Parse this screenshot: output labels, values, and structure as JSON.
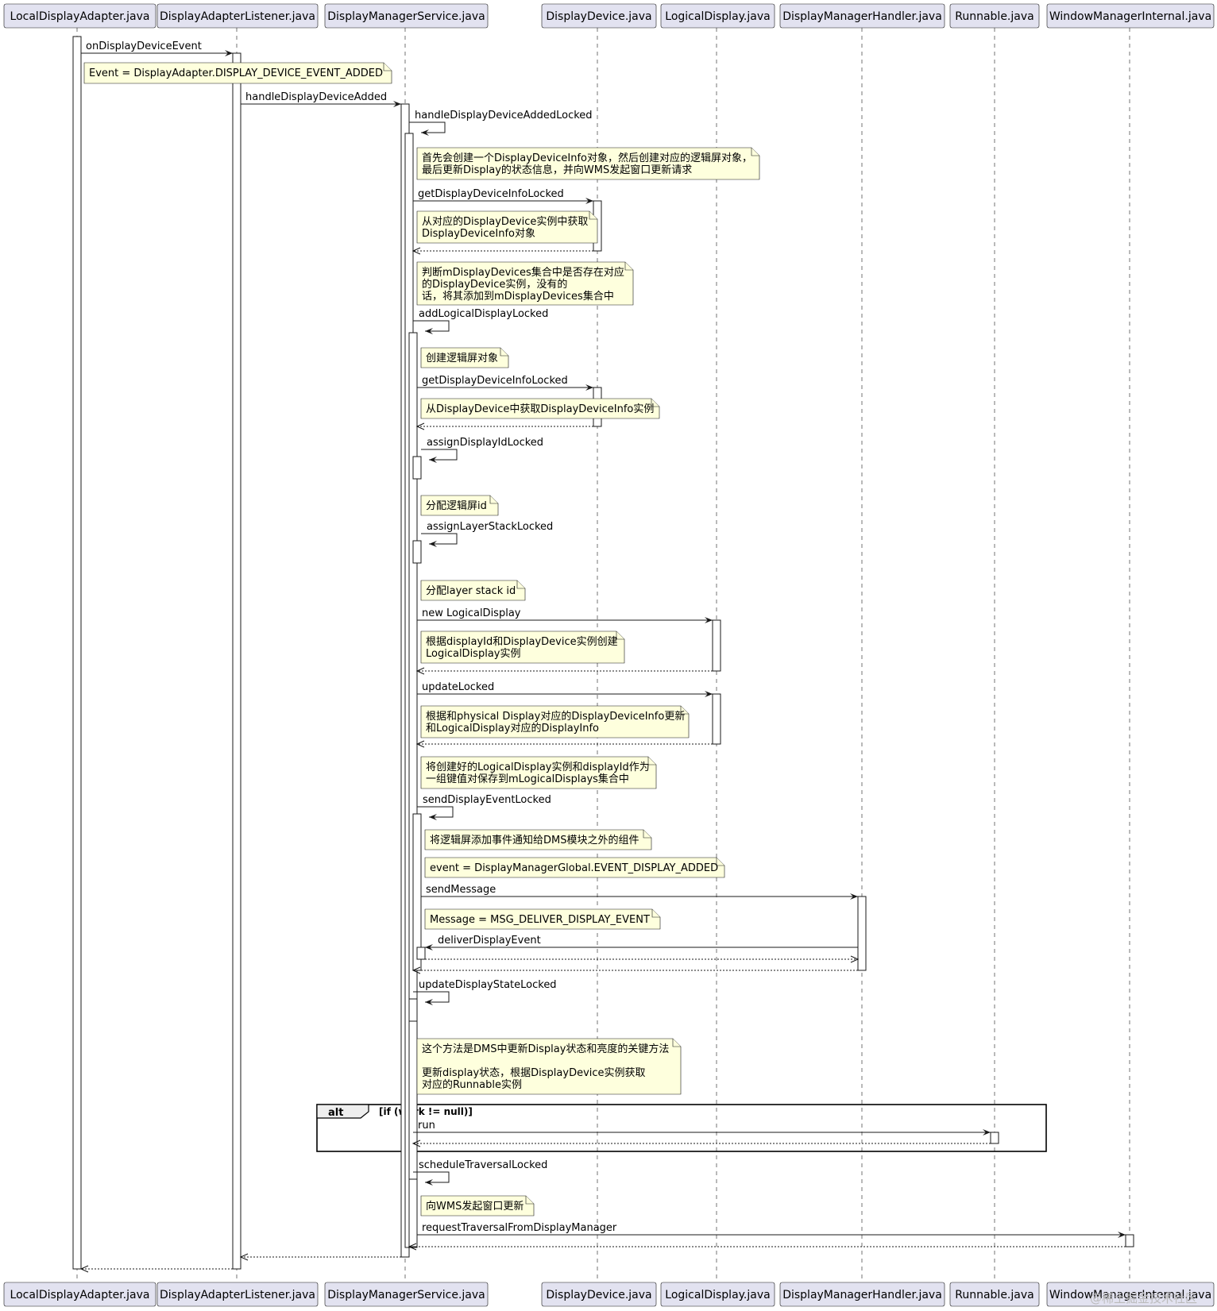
{
  "participants": [
    "LocalDisplayAdapter.java",
    "DisplayAdapterListener.java",
    "DisplayManagerService.java",
    "DisplayDevice.java",
    "LogicalDisplay.java",
    "DisplayManagerHandler.java",
    "Runnable.java",
    "WindowManagerInternal.java"
  ],
  "messages": [
    {
      "from": 0,
      "to": 1,
      "label": "onDisplayDeviceEvent",
      "kind": "sync"
    },
    {
      "from": 1,
      "to": 2,
      "label": "handleDisplayDeviceAdded",
      "kind": "sync"
    },
    {
      "from": 2,
      "to": 2,
      "label": "handleDisplayDeviceAddedLocked",
      "kind": "self"
    },
    {
      "from": 2,
      "to": 3,
      "label": "getDisplayDeviceInfoLocked",
      "kind": "sync"
    },
    {
      "from": 3,
      "to": 2,
      "label": "",
      "kind": "return"
    },
    {
      "from": 2,
      "to": 2,
      "label": "addLogicalDisplayLocked",
      "kind": "self"
    },
    {
      "from": 2,
      "to": 3,
      "label": "getDisplayDeviceInfoLocked",
      "kind": "sync"
    },
    {
      "from": 3,
      "to": 2,
      "label": "",
      "kind": "return"
    },
    {
      "from": 2,
      "to": 2,
      "label": "assignDisplayIdLocked",
      "kind": "self"
    },
    {
      "from": 2,
      "to": 2,
      "label": "assignLayerStackLocked",
      "kind": "self"
    },
    {
      "from": 2,
      "to": 4,
      "label": "new LogicalDisplay",
      "kind": "sync"
    },
    {
      "from": 4,
      "to": 2,
      "label": "",
      "kind": "return"
    },
    {
      "from": 2,
      "to": 4,
      "label": "updateLocked",
      "kind": "sync"
    },
    {
      "from": 4,
      "to": 2,
      "label": "",
      "kind": "return"
    },
    {
      "from": 2,
      "to": 2,
      "label": "sendDisplayEventLocked",
      "kind": "self"
    },
    {
      "from": 2,
      "to": 5,
      "label": "sendMessage",
      "kind": "sync"
    },
    {
      "from": 5,
      "to": 2,
      "label": "deliverDisplayEvent",
      "kind": "sync"
    },
    {
      "from": 2,
      "to": 5,
      "label": "",
      "kind": "return"
    },
    {
      "from": 5,
      "to": 2,
      "label": "",
      "kind": "return"
    },
    {
      "from": 2,
      "to": 2,
      "label": "updateDisplayStateLocked",
      "kind": "self"
    },
    {
      "from": 2,
      "to": 6,
      "label": "run",
      "kind": "sync"
    },
    {
      "from": 6,
      "to": 2,
      "label": "",
      "kind": "return"
    },
    {
      "from": 2,
      "to": 2,
      "label": "scheduleTraversalLocked",
      "kind": "self"
    },
    {
      "from": 2,
      "to": 7,
      "label": "requestTraversalFromDisplayManager",
      "kind": "sync"
    },
    {
      "from": 7,
      "to": 2,
      "label": "",
      "kind": "return"
    },
    {
      "from": 2,
      "to": 1,
      "label": "",
      "kind": "return"
    },
    {
      "from": 1,
      "to": 0,
      "label": "",
      "kind": "return"
    }
  ],
  "notes": [
    {
      "lines": [
        "Event = DisplayAdapter.DISPLAY_DEVICE_EVENT_ADDED"
      ]
    },
    {
      "lines": [
        "首先会创建一个DisplayDeviceInfo对象，然后创建对应的逻辑屏对象，",
        "最后更新Display的状态信息，并向WMS发起窗口更新请求"
      ]
    },
    {
      "lines": [
        "从对应的DisplayDevice实例中获取",
        "DisplayDeviceInfo对象"
      ]
    },
    {
      "lines": [
        "判断mDisplayDevices集合中是否存在对应",
        "的DisplayDevice实例，没有的",
        "话，将其添加到mDisplayDevices集合中"
      ]
    },
    {
      "lines": [
        "创建逻辑屏对象"
      ]
    },
    {
      "lines": [
        "从DisplayDevice中获取DisplayDeviceInfo实例"
      ]
    },
    {
      "lines": [
        "分配逻辑屏id"
      ]
    },
    {
      "lines": [
        "分配layer stack id"
      ]
    },
    {
      "lines": [
        "根据displayId和DisplayDevice实例创建",
        "LogicalDisplay实例"
      ]
    },
    {
      "lines": [
        "根据和physical Display对应的DisplayDeviceInfo更新",
        "和LogicalDisplay对应的DisplayInfo"
      ]
    },
    {
      "lines": [
        "将创建好的LogicalDisplay实例和displayId作为",
        "一组键值对保存到mLogicalDisplays集合中"
      ]
    },
    {
      "lines": [
        "将逻辑屏添加事件通知给DMS模块之外的组件"
      ]
    },
    {
      "lines": [
        "event = DisplayManagerGlobal.EVENT_DISPLAY_ADDED"
      ]
    },
    {
      "lines": [
        "Message = MSG_DELIVER_DISPLAY_EVENT"
      ]
    },
    {
      "lines": [
        "这个方法是DMS中更新Display状态和亮度的关键方法",
        "",
        "更新display状态，根据DisplayDevice实例获取",
        "对应的Runnable实例"
      ]
    },
    {
      "lines": [
        "向WMS发起窗口更新"
      ]
    }
  ],
  "alt_frame": {
    "keyword": "alt",
    "condition": "[if (work != null)]"
  },
  "watermark": "@稀土掘金技术社区"
}
